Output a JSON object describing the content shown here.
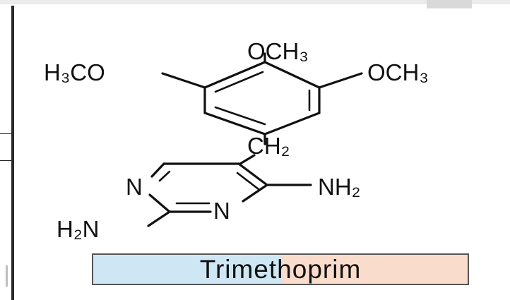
{
  "structure": {
    "labels": {
      "top_methoxy": "OCH₃",
      "left_methoxy": "H₃CO",
      "right_methoxy": "OCH₃",
      "methylene": "CH₂",
      "ring_n_left": "N",
      "ring_n_bottom": "N",
      "amine_right": "NH₂",
      "amine_left": "H₂N"
    }
  },
  "caption": {
    "part1": "Trimet",
    "part2": "hoprim",
    "colors": {
      "first_half": "#cfe7f5",
      "second_half": "#f9dccb"
    }
  }
}
